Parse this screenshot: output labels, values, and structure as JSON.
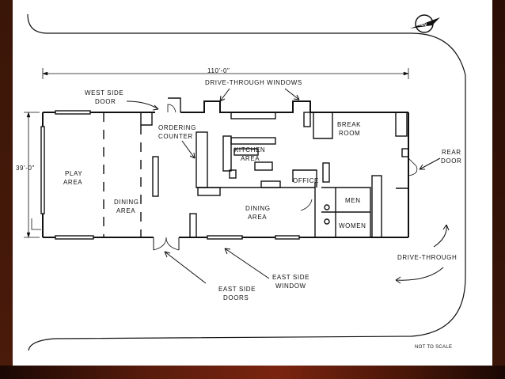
{
  "plan": {
    "overall_length": "110'-0\"",
    "overall_width": "39'-0\"",
    "drive_through_windows": "DRIVE-THROUGH WINDOWS",
    "west_side_door": [
      "WEST SIDE",
      "DOOR"
    ],
    "ordering_counter": [
      "ORDERING",
      "COUNTER"
    ],
    "kitchen_area": [
      "KITCHEN",
      "AREA"
    ],
    "break_room": [
      "BREAK",
      "ROOM"
    ],
    "rear_door": [
      "REAR",
      "DOOR"
    ],
    "play_area": [
      "PLAY",
      "AREA"
    ],
    "dining_area_left": [
      "DINING",
      "AREA"
    ],
    "dining_area_center": [
      "DINING",
      "AREA"
    ],
    "office": "OFFICE",
    "men": "MEN",
    "women": "WOMEN",
    "drive_through": "DRIVE-THROUGH",
    "east_side_window": [
      "EAST SIDE",
      "WINDOW"
    ],
    "east_side_doors": [
      "EAST SIDE",
      "DOORS"
    ],
    "not_to_scale": "NOT TO SCALE"
  },
  "colors": {
    "ink": "#111111",
    "paper": "#ffffff",
    "frame": "#3a1608"
  },
  "icons": {
    "north_arrow": "compass-north-arrow-icon"
  }
}
